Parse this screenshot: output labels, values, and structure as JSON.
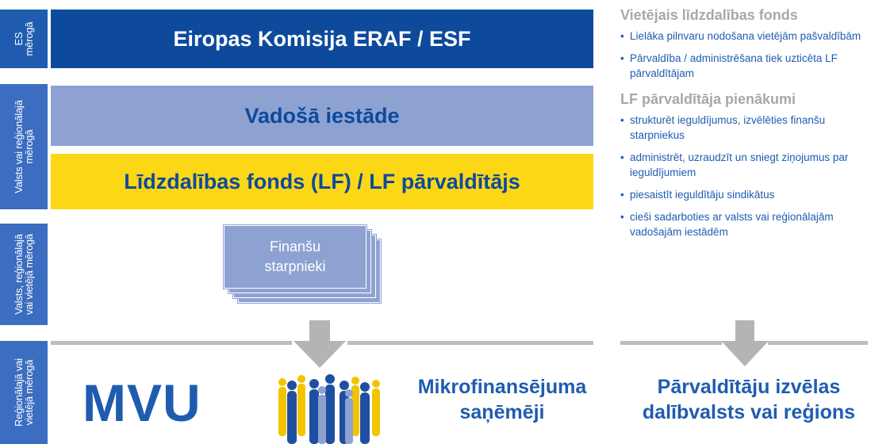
{
  "side_labels": {
    "eu": "ES\nmērogā",
    "national": "Valsts vai reģionālajā\nmērogā",
    "regional": "Valsts, reģionālajā\nvai vietējā mērogā",
    "local": "Reģionālajā vai\nvietējā mērogā"
  },
  "bars": {
    "commission": "Eiropas Komisija ERAF / ESF",
    "managing_authority": "Vadošā iestāde",
    "holding_fund": "Līdzdalības fonds (LF) / LF pārvaldītājs"
  },
  "intermediaries": {
    "line1": "Finanšu",
    "line2": "starpnieki"
  },
  "bottom": {
    "sme": "MVU",
    "recipients_line1": "Mikrofinansējuma",
    "recipients_line2": "saņēmēji",
    "selector_line1": "Pārvaldītāju izvēlas",
    "selector_line2": "dalībvalsts vai reģions"
  },
  "panel": {
    "heading1": "Vietējais līdzdalības fonds",
    "items1": [
      "Lielāka pilnvaru nodošana vietējām pašvaldībām",
      "Pārvaldība / administrēšana tiek uzticēta LF pārvaldītājam"
    ],
    "heading2": "LF pārvaldītāja pienākumi",
    "items2": [
      "strukturēt ieguldījumus, izvēlēties finanšu starpniekus",
      "administrēt, uzraudzīt un sniegt ziņojumus par ieguldījumiem",
      "piesaistīt ieguldītāju sindikātus",
      "cieši sadarboties ar valsts vai reģionālajām vadošajām iestādēm"
    ]
  },
  "colors": {
    "dark_blue": "#0d4a9c",
    "mid_blue": "#1f5cb0",
    "lavender": "#8ea2d2",
    "yellow": "#fbd716",
    "grey": "#bdbdbd",
    "heading_grey": "#a8a8a8"
  }
}
